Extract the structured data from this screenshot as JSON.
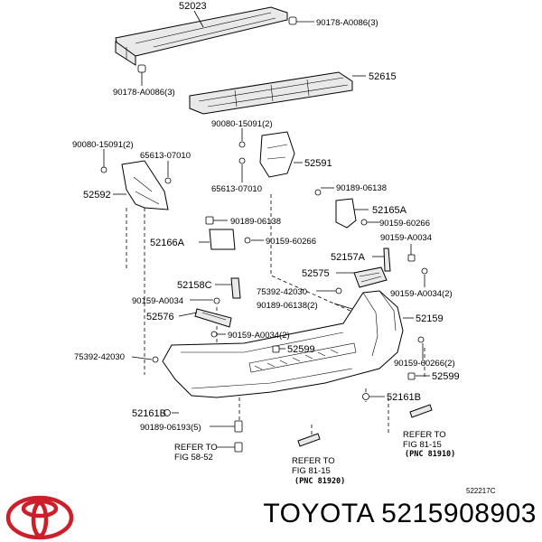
{
  "labels": {
    "p52023": "52023",
    "p90178a": "90178-A0086(3)",
    "p90178b": "90178-A0086(3)",
    "p52615": "52615",
    "p90080a": "90080-15091(2)",
    "p90080b": "90080-15091(2)",
    "p65613a": "65613-07010",
    "p65613b": "65613-07010",
    "p52591": "52591",
    "p52592": "52592",
    "p90189a": "90189-06138",
    "p90189b": "90189-06138",
    "p52165a": "52165A",
    "p90159a": "90159-60266",
    "p52166a": "52166A",
    "p90159b": "90159-60266",
    "p90159c": "90159-A0034",
    "p52157a": "52157A",
    "p52575": "52575",
    "p90159d": "90159-A0034(2)",
    "p52158c": "52158C",
    "p75392a": "75392-42030",
    "p90189c": "90189-06138(2)",
    "p90159e": "90159-A0034",
    "p52576": "52576",
    "p52159": "52159",
    "p90159f": "90159-A0034(2)",
    "p52599a": "52599",
    "p75392b": "75392-42030",
    "p90159g": "90159-60266(2)",
    "p52599b": "52599",
    "p52161a": "52161B",
    "p52161b": "52161B",
    "p90189d": "90189-06193(5)",
    "refer1_a": "REFER TO",
    "refer1_b": "FIG 58-52",
    "refer2_a": "REFER TO",
    "refer2_b": "FIG 81-15",
    "refer2_c": "(PNC 81920)",
    "refer3_a": "REFER TO",
    "refer3_b": "FIG 81-15",
    "refer3_c": "(PNC 81910)",
    "figcode": "522217C"
  },
  "brand": {
    "caption": "TOYOTA 5215908903",
    "logo_color": "#cc1f2a",
    "logo_icon": "toyota-emblem-icon"
  }
}
